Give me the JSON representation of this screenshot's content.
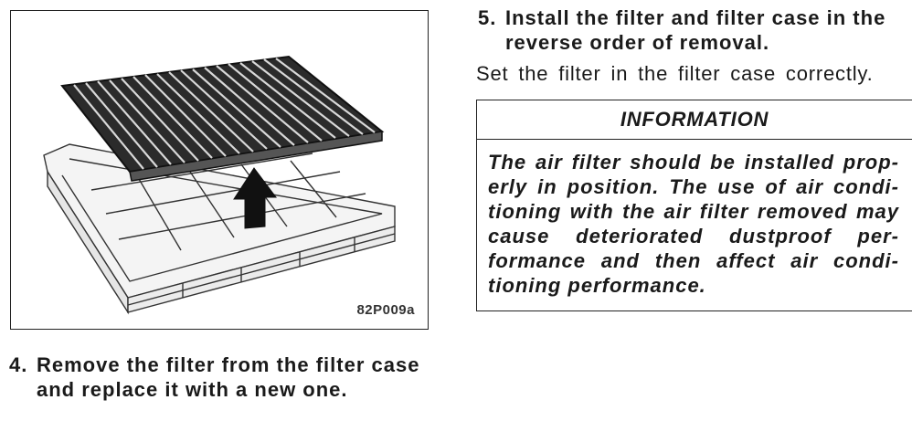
{
  "figure": {
    "code": "82P009a",
    "icons": [
      "air-filter-icon",
      "filter-case-icon",
      "up-arrow-icon"
    ]
  },
  "step4": {
    "number": "4.",
    "text": "Remove the filter from the filter case and replace it with a new one."
  },
  "step5": {
    "number": "5.",
    "text": "Install the filter and filter case in the reverse order of removal."
  },
  "instruction": "Set the filter in the filter case correctly.",
  "information": {
    "title": "INFORMATION",
    "body": "The air filter should be installed prop-erly in position. The use of air condi-tioning with the air filter removed may cause deteriorated dustproof per-formance and then affect air condi-tioning performance."
  }
}
